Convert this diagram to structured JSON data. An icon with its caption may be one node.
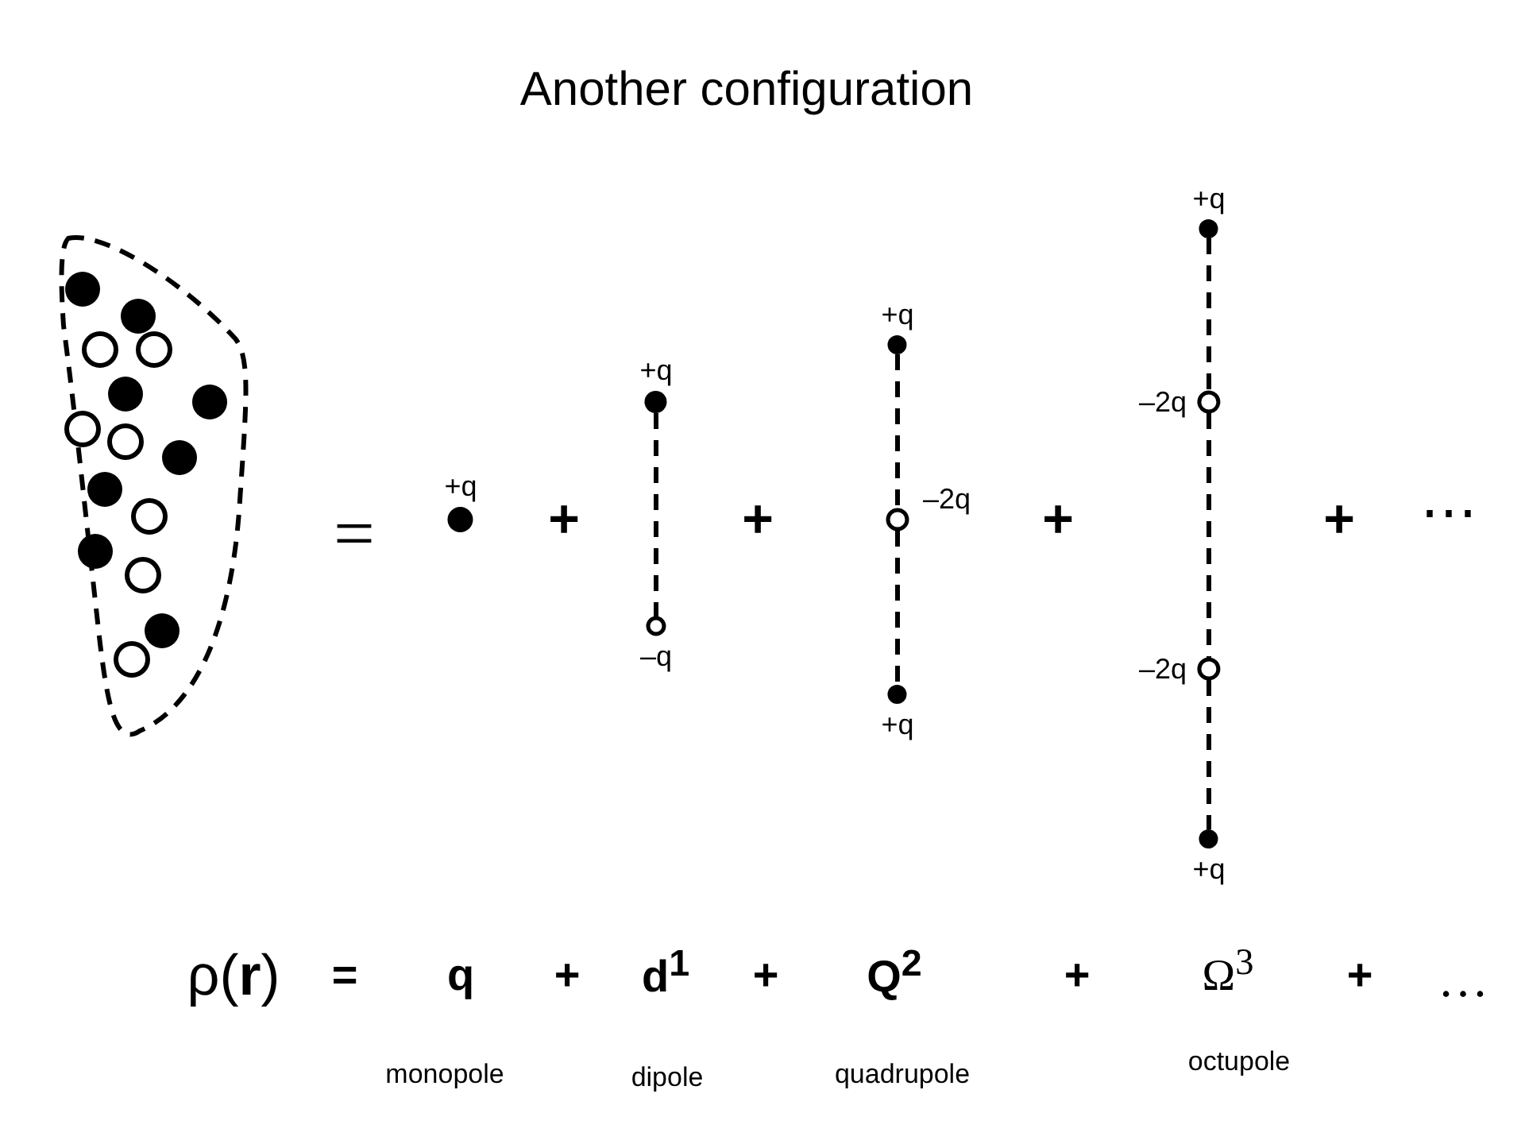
{
  "diagram": {
    "title": "Another configuration",
    "nodes": [
      {
        "text": [
          "+q"
        ]
      },
      {
        "text": [
          "+q"
        ]
      },
      {
        "text": [
          "–q"
        ]
      },
      {
        "text": [
          "+q"
        ]
      },
      {
        "text": [
          "–2q"
        ]
      },
      {
        "text": [
          "+q"
        ]
      },
      {
        "text": [
          "+q"
        ]
      },
      {
        "text": [
          "–2q"
        ]
      },
      {
        "text": [
          "–2q"
        ]
      },
      {
        "text": [
          "+q"
        ]
      }
    ],
    "edges": [
      {
        "from": 1,
        "to": 2,
        "arrow": "none",
        "style": "dashed"
      },
      {
        "from": 3,
        "to": 4,
        "arrow": "none",
        "style": "dashed"
      },
      {
        "from": 4,
        "to": 5,
        "arrow": "none",
        "style": "dashed"
      },
      {
        "from": 6,
        "to": 7,
        "arrow": "none",
        "style": "dashed"
      },
      {
        "from": 7,
        "to": 8,
        "arrow": "none",
        "style": "dashed"
      },
      {
        "from": 8,
        "to": 9,
        "arrow": "none",
        "style": "dashed"
      }
    ],
    "labels": [
      "=",
      "+",
      "+",
      "+",
      "+",
      "⋯",
      "ρ(**r**)",
      "=",
      "q",
      "+",
      "d$^{1}$",
      "+",
      "Q$^{2}$",
      "+",
      "Ω$^{3}$",
      "+",
      "…",
      "monopole",
      "dipole",
      "quadrupole",
      "octupole"
    ]
  }
}
